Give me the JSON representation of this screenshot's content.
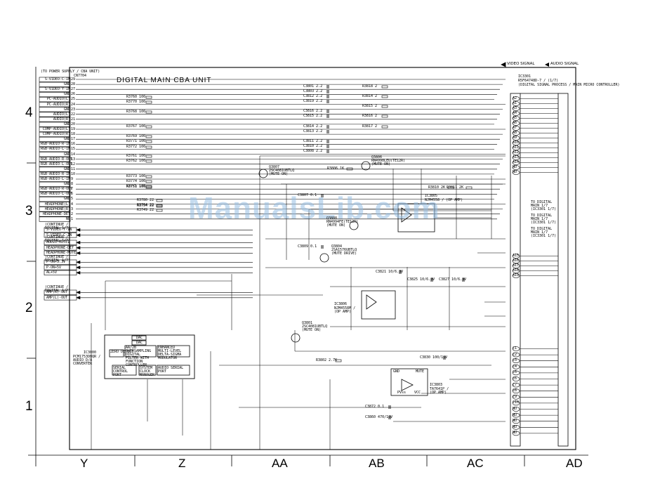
{
  "title": "DIGITAL MAIN CBA UNIT",
  "legend": {
    "video": "VIDEO SIGNAL",
    "audio": "AUDIO SIGNAL"
  },
  "watermark": "ManualsLib.com",
  "zones": {
    "rows": [
      "4",
      "3",
      "2",
      "1"
    ],
    "cols": [
      "Y",
      "Z",
      "AA",
      "AB",
      "AC",
      "AD"
    ]
  },
  "connector": {
    "header": "(TO POWER SUPPLY / CBA UNIT)",
    "ref": "CN7704",
    "pins": [
      "S-VIDEO-C-IN",
      "GND",
      "S-VIDEO-Y-IN",
      "GND",
      "PC-AUDIO(L)",
      "PC-AUDIO(R)",
      "GND",
      "AUDIO(L)",
      "AUDIO(R)",
      "GND",
      "COMP-AUDIO(L)",
      "COMP-AUDIO(R)",
      "GND",
      "RGB-AUDIO-R-IN",
      "RGB-AUDIO-L-IN",
      "GND",
      "RGB-AUDIO-R-OUT",
      "RGB-AUDIO-L-OUT",
      "GND",
      "RGB-AUDIO-R-IN",
      "RGB-AUDIO-L-IN",
      "GND",
      "RGB-AUDIO-R-OUT",
      "RGB-AUDIO-L-OUT",
      "GND",
      "HEADPHONE(L)",
      "HEADPHONE(R)",
      "HEADPHONE-DET",
      "NU"
    ]
  },
  "left_groups": [
    {
      "header": "(CONTINUE / DIGITAL 1/7)",
      "items": [
        "S-VIDEO-Y-IN",
        "S-VIDEO-C-IN"
      ]
    },
    {
      "header": "(CONTINUE / DIGITAL 1/7)",
      "items": [
        "AUDIO-MUTE1",
        "HEADPHONE-DET",
        "HEADPHONE-MUTE"
      ]
    },
    {
      "header": "(CONTINUE / DIGITAL 1/7)",
      "items": [
        "P-ON+3.3V",
        "P-ON+5V",
        "AL+5V"
      ]
    },
    {
      "header": "(CONTINUE / DIGITAL 1/7)",
      "items": [
        "AMP(R)-OUT",
        "AMP(L)-OUT"
      ]
    }
  ],
  "ics": [
    {
      "ref": "IC3301",
      "desc": "(DIGITAL SIGNAL PROCESS / MAIN MICRO CONTROLLER)",
      "note": "R5F64748D-7 / (1/7)"
    },
    {
      "ref": "IC3000",
      "desc": "PCM1753DBQR / AUDIO D/A CONVERTER",
      "blocks": [
        "AA/2B OVERSAMPLING DIGITAL FILTER WITH FUNCTION CONTROLLER",
        "ENHANCED MULTI-LEVEL DELTA-SIGMA MODULATOR",
        "ZERO DETECT",
        "SERIAL CONTROL PORT",
        "SYSTEM CLOCK MANAGER",
        "AUDIO SERIAL PORT",
        "DAC",
        "DAC"
      ]
    },
    {
      "ref": "IC3805",
      "desc": "NJM4558 / (OP AMP)"
    },
    {
      "ref": "IC3806",
      "desc": "NJM4558M / (OP AMP)"
    },
    {
      "ref": "IC3803",
      "desc": "TA7641P / (OP AMP)",
      "blocks": [
        "GND",
        "MUTE",
        "VCC",
        "PVss"
      ]
    }
  ],
  "transistors": [
    {
      "ref": "Q3807",
      "desc": "2SC4081UBTLQ (MUTE ON)"
    },
    {
      "ref": "Q3806",
      "desc": "RN4990LEU(TE12R) (MUTE ON)"
    },
    {
      "ref": "Q3808",
      "desc": "RN4994FE(TE12R) (MUTE ON)"
    },
    {
      "ref": "Q3804",
      "desc": "2SA1576UBTLQ (MUTE DRIVE)"
    },
    {
      "ref": "Q3801",
      "desc": "2SC4081UBTLQ (MUTE ON)"
    }
  ],
  "right_notes": [
    "TO DIGITAL MAIN 1/7 (IC3301 1/7)",
    "TO DIGITAL MAIN 1/7 (IC3301 1/7)",
    "TO DIGITAL MAIN 1/7 (IC3301 1/7)"
  ],
  "right_pins": [
    "A2",
    "A1",
    "A3",
    "A4",
    "A5",
    "A6",
    "A7",
    "A8",
    "A9",
    "A10",
    "A11",
    "A12",
    "A13",
    "A14",
    "NU",
    "NU"
  ],
  "right_mid_pins": [
    "A15",
    "A16",
    "A17",
    "A18",
    "A19"
  ],
  "right_low_pins": [
    "C1",
    "C2",
    "C3",
    "C4",
    "C5",
    "C6",
    "C7",
    "C8",
    "C9",
    "C10",
    "NU",
    "NU",
    "NU",
    "NU",
    "NU"
  ],
  "resistor_labels": [
    "R3760 100",
    "R3770 100",
    "R3768 100",
    "R3767 100",
    "R3769 100",
    "R3771 100",
    "R3772 100",
    "R3761 100",
    "R3762 100",
    "R3773 100",
    "R3774 100",
    "R3775 100",
    "R3751 100",
    "R3780 22",
    "R3749 22",
    "R3764 22",
    "R3754 22",
    "R3818 2",
    "R3816 2",
    "R3817 2",
    "R3814 2",
    "R3815 2",
    "R3806 1K",
    "R3810 2K",
    "R3811 2K",
    "R3802 2.7K"
  ],
  "capacitor_labels": [
    "C3801 2.2",
    "C3803 2.2",
    "C3812 2.2",
    "C3819 2.2",
    "C3816 2.2",
    "C3815 2.2",
    "C3814 2.2",
    "C3813 2.2",
    "C3811 2.2",
    "C3810 2.2",
    "C3808 2.2",
    "C3807 0.1",
    "C3809 0.1",
    "C3821 10/6.3V",
    "C3825 10/6.3V",
    "C3827 10/6.3V",
    "C3830 100/16V",
    "C3860 470/16V",
    "C3872 0.1"
  ]
}
